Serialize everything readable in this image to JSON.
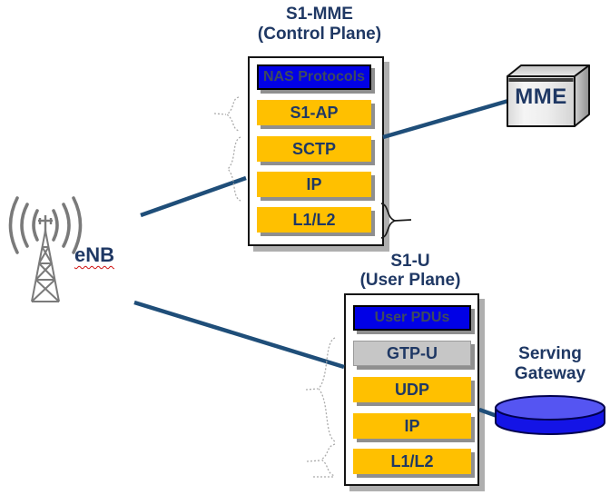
{
  "figure": {
    "control_plane": {
      "title": {
        "line1": "S1-MME",
        "line2": "(Control Plane)"
      },
      "layers": [
        {
          "label": "NAS Protocols",
          "style": "blue"
        },
        {
          "label": "S1-AP",
          "style": "gold"
        },
        {
          "label": "SCTP",
          "style": "gold"
        },
        {
          "label": "IP",
          "style": "gold"
        },
        {
          "label": "L1/L2",
          "style": "gold"
        }
      ]
    },
    "user_plane": {
      "title": {
        "line1": "S1-U",
        "line2": "(User Plane)"
      },
      "layers": [
        {
          "label": "User PDUs",
          "style": "blue"
        },
        {
          "label": "GTP-U",
          "style": "gray"
        },
        {
          "label": "UDP",
          "style": "gold"
        },
        {
          "label": "IP",
          "style": "gold"
        },
        {
          "label": "L1/L2",
          "style": "gold"
        }
      ]
    },
    "nodes": {
      "enb": {
        "label": "eNB",
        "icon": "radio-tower-icon"
      },
      "mme": {
        "label": "MME",
        "icon": "server-box-icon"
      },
      "serving_gateway": {
        "label_line1": "Serving",
        "label_line2": "Gateway",
        "icon": "disk-cylinder-icon"
      }
    },
    "connections": [
      {
        "from": "eNB",
        "to": "S1-MME stack"
      },
      {
        "from": "S1-MME stack",
        "to": "MME"
      },
      {
        "from": "eNB",
        "to": "S1-U stack"
      },
      {
        "from": "S1-U stack",
        "to": "Serving Gateway"
      }
    ],
    "colors": {
      "navy_text": "#1F3864",
      "gold_box": "#FFC000",
      "blue_box": "#0101E6",
      "gray_box": "#C6C6C6",
      "connector_line": "#1F4E79",
      "cylinder_blue": "#1414E6",
      "cylinder_top_blue": "#5555F2",
      "shadow_gray": "#8F8F8F",
      "tower_gray": "#7A7A7A",
      "squiggle_red": "#D01010"
    }
  }
}
